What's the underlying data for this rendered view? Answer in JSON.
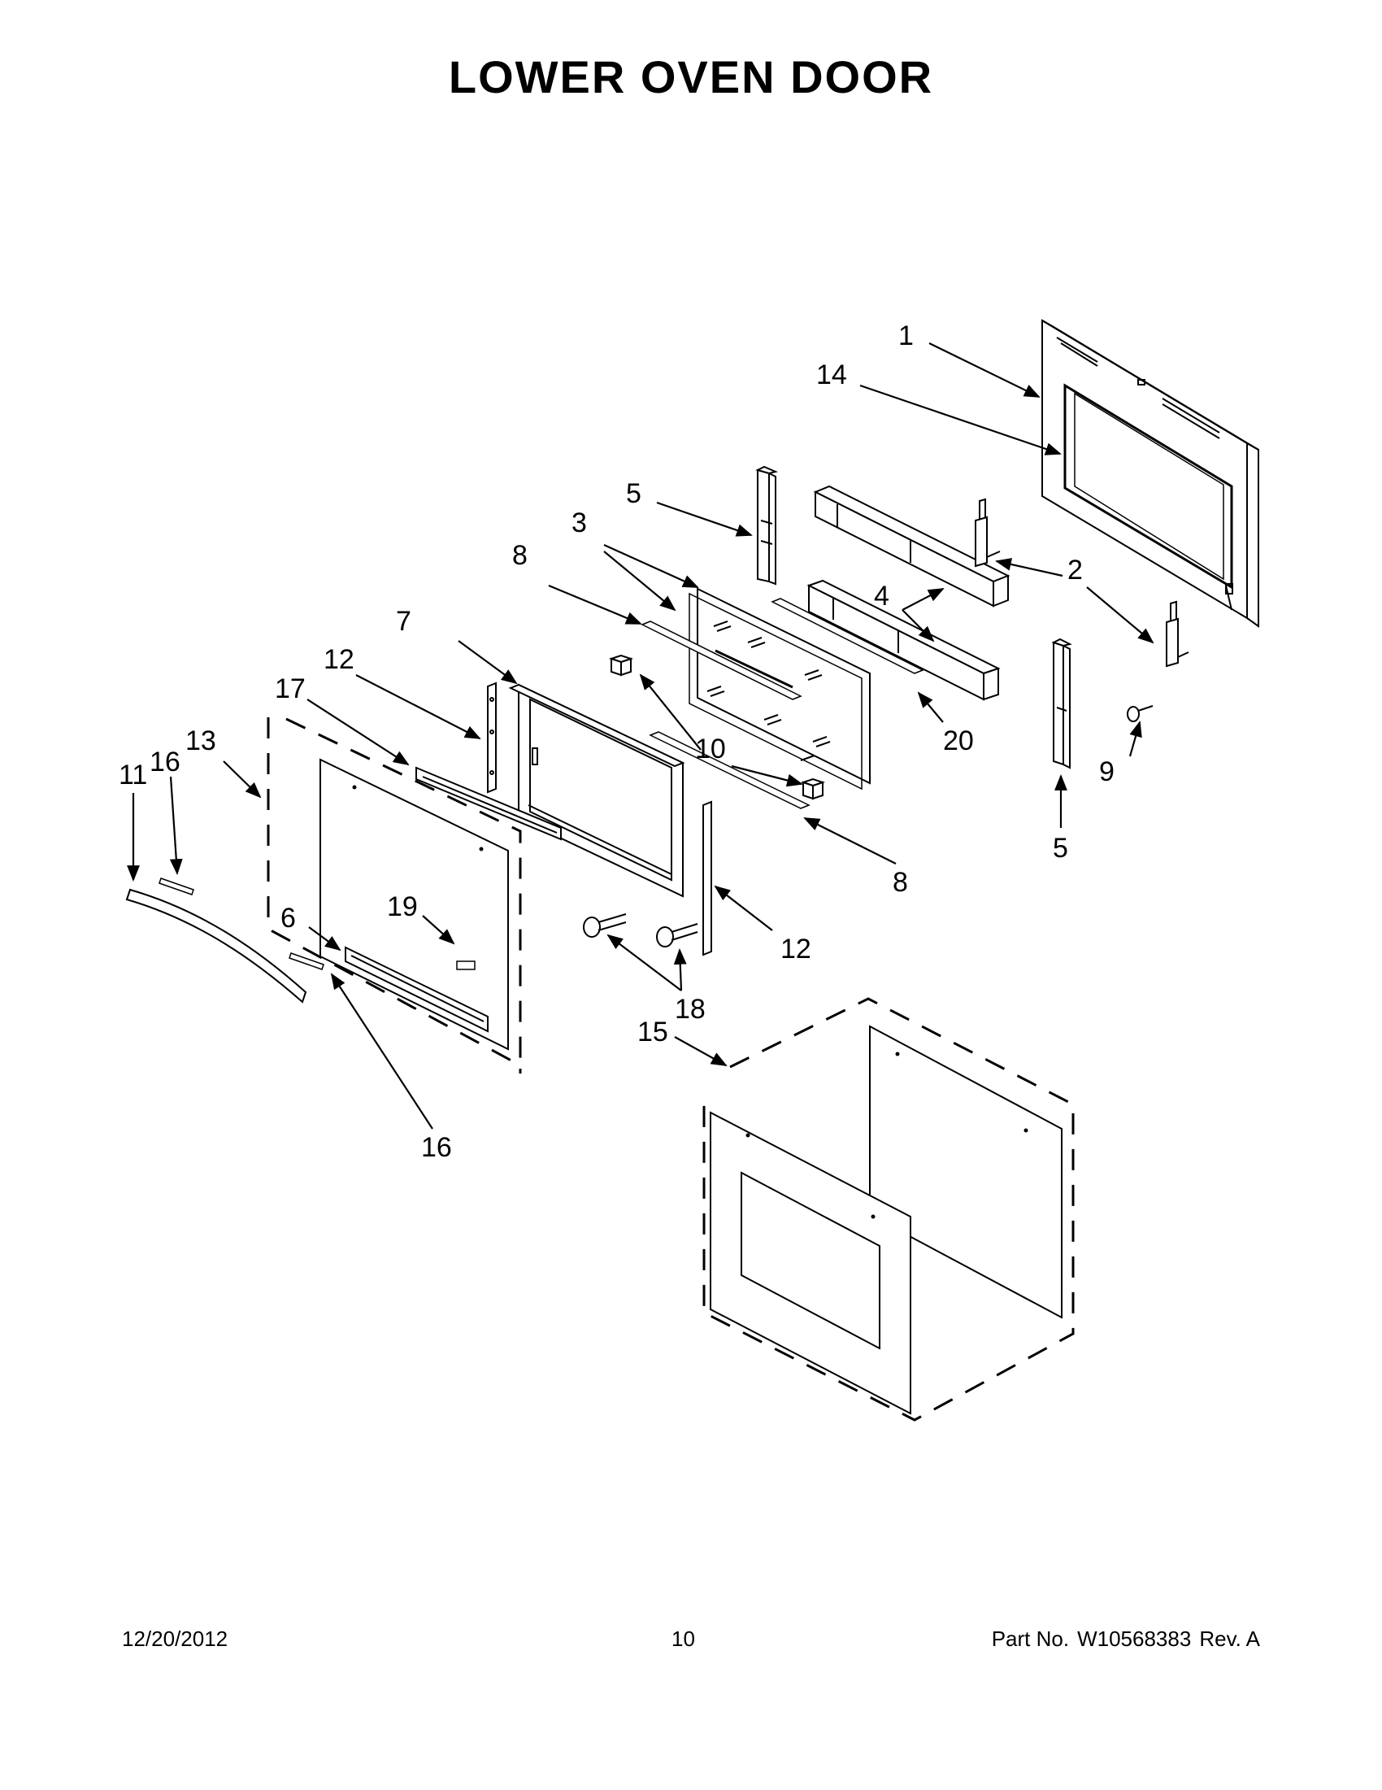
{
  "title": "LOWER OVEN DOOR",
  "callouts": {
    "c1": "1",
    "c14": "14",
    "c5a": "5",
    "c3": "3",
    "c8a": "8",
    "c2": "2",
    "c4": "4",
    "c7": "7",
    "c20": "20",
    "c12a": "12",
    "c17": "17",
    "c13": "13",
    "c11": "11",
    "c16a": "16",
    "c10": "10",
    "c9": "9",
    "c8b": "8",
    "c5b": "5",
    "c6": "6",
    "c19": "19",
    "c12b": "12",
    "c18": "18",
    "c15": "15",
    "c16b": "16"
  },
  "footer": {
    "date": "12/20/2012",
    "page": "10",
    "part_label": "Part No.",
    "part_number": "W10568383",
    "rev": "Rev. A"
  }
}
